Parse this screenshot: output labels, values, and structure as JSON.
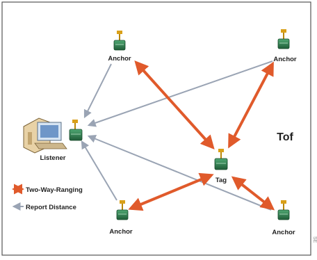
{
  "diagram": {
    "nodes": {
      "anchor_top_left": {
        "label": "Anchor",
        "type": "anchor"
      },
      "anchor_top_right": {
        "label": "Anchor",
        "type": "anchor"
      },
      "anchor_bottom_left": {
        "label": "Anchor",
        "type": "anchor"
      },
      "anchor_bottom_right": {
        "label": "Anchor",
        "type": "anchor"
      },
      "tag": {
        "label": "Tag",
        "type": "tag"
      },
      "listener": {
        "label": "Listener",
        "type": "listener"
      }
    },
    "title": "Tof",
    "legend": {
      "two_way_ranging": "Two-Way-Ranging",
      "report_distance": "Report Distance"
    },
    "colors": {
      "two_way_ranging": "#e05a2b",
      "report_distance": "#9aa4b4",
      "device_green": "#2e7d4f",
      "border": "#555555"
    }
  },
  "side_text": "SE"
}
